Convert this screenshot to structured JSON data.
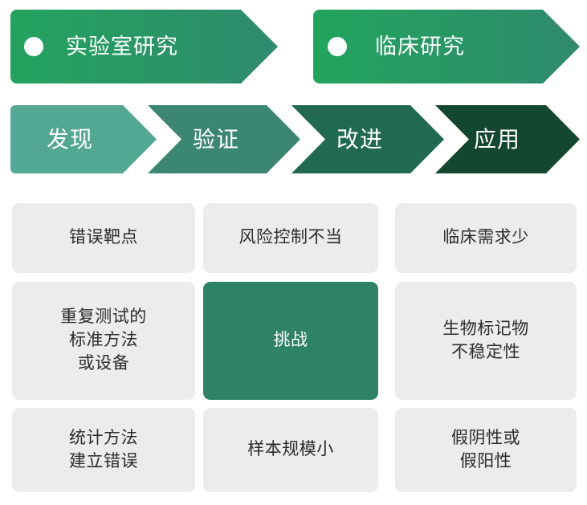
{
  "banners": [
    {
      "id": "lab",
      "label": "实验室研究",
      "bullet_icon": "circle-bullet-icon",
      "fill_start": "#23a35e",
      "fill_end": "#2f8a6e"
    },
    {
      "id": "clinical",
      "label": "临床研究",
      "bullet_icon": "circle-bullet-icon",
      "fill_start": "#22a45d",
      "fill_end": "#2f8a6e"
    }
  ],
  "process_steps": [
    {
      "label": "发现",
      "color": "#53a893"
    },
    {
      "label": "验证",
      "color": "#3c8771"
    },
    {
      "label": "改进",
      "color": "#1f6a51"
    },
    {
      "label": "应用",
      "color": "#14472f"
    }
  ],
  "grid": {
    "rows": [
      [
        {
          "text": "错误靶点",
          "accent": false
        },
        {
          "text": "风险控制不当",
          "accent": false
        },
        {
          "text": "临床需求少",
          "accent": false
        }
      ],
      [
        {
          "text": "重复测试的\n标准方法\n或设备",
          "accent": false
        },
        {
          "text": "挑战",
          "accent": true
        },
        {
          "text": "生物标记物\n不稳定性",
          "accent": false
        }
      ],
      [
        {
          "text": "统计方法\n建立错误",
          "accent": false
        },
        {
          "text": "样本规模小",
          "accent": false
        },
        {
          "text": "假阴性或\n假阳性",
          "accent": false
        }
      ]
    ],
    "card_bg": "#ececec",
    "card_text_color": "#2b2b2b",
    "accent_bg": "#2e8265",
    "accent_text_color": "#ffffff"
  }
}
